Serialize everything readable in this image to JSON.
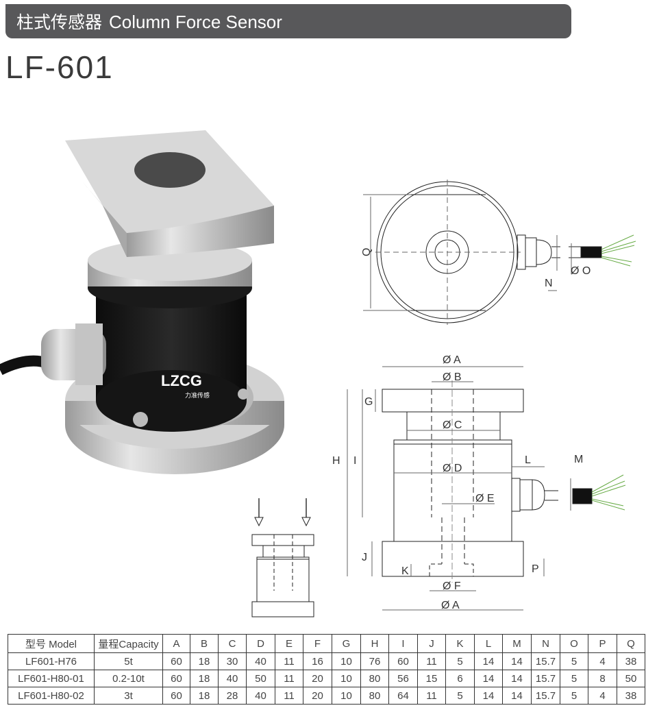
{
  "header": {
    "title_cn": "柱式传感器",
    "title_en": "Column Force Sensor"
  },
  "model": "LF-601",
  "product_photo": {
    "brand_logo": "LZCG",
    "brand_sub": "力准传感"
  },
  "top_view_labels": {
    "Q": "Q",
    "N": "N",
    "O": "Ø O"
  },
  "side_view_labels": {
    "A_top": "Ø A",
    "B": "Ø B",
    "C": "Ø C",
    "D": "Ø D",
    "E": "Ø E",
    "F": "Ø F",
    "A_bottom": "Ø A",
    "G": "G",
    "H": "H",
    "I": "I",
    "J": "J",
    "K": "K",
    "L": "L",
    "M": "M",
    "P": "P"
  },
  "colors": {
    "banner_bg": "#58585a",
    "banner_text": "#ffffff",
    "sensor_body": "#141414",
    "metal": "#c8c8c8"
  },
  "table": {
    "headers": [
      "型号 Model",
      "量程Capacity",
      "A",
      "B",
      "C",
      "D",
      "E",
      "F",
      "G",
      "H",
      "I",
      "J",
      "K",
      "L",
      "M",
      "N",
      "O",
      "P",
      "Q"
    ],
    "rows": [
      [
        "LF601-H76",
        "5t",
        "60",
        "18",
        "30",
        "40",
        "11",
        "16",
        "10",
        "76",
        "60",
        "11",
        "5",
        "14",
        "14",
        "15.7",
        "5",
        "4",
        "38"
      ],
      [
        "LF601-H80-01",
        "0.2-10t",
        "60",
        "18",
        "40",
        "50",
        "11",
        "20",
        "10",
        "80",
        "56",
        "15",
        "6",
        "14",
        "14",
        "15.7",
        "5",
        "8",
        "50"
      ],
      [
        "LF601-H80-02",
        "3t",
        "60",
        "18",
        "28",
        "40",
        "11",
        "20",
        "10",
        "80",
        "64",
        "11",
        "5",
        "14",
        "14",
        "15.7",
        "5",
        "4",
        "38"
      ]
    ]
  }
}
